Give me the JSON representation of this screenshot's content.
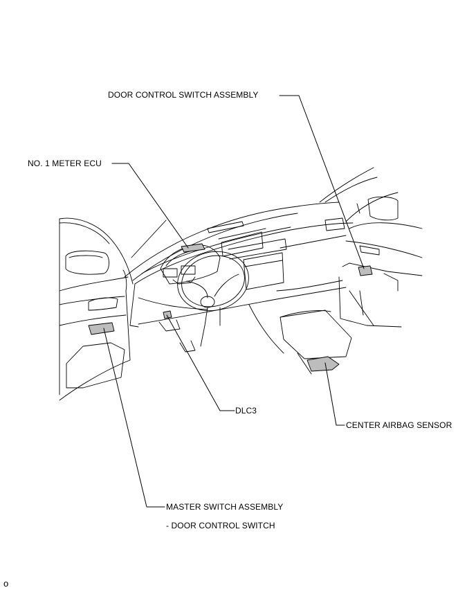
{
  "labels": {
    "door_control_switch": "DOOR CONTROL SWITCH ASSEMBLY",
    "meter_ecu": "NO. 1 METER ECU",
    "dlc3": "DLC3",
    "airbag_sensor": "CENTER AIRBAG SENSOR",
    "master_switch": "MASTER SWITCH ASSEMBLY",
    "master_switch_sub": "- DOOR CONTROL SWITCH",
    "corner_mark": "o"
  }
}
